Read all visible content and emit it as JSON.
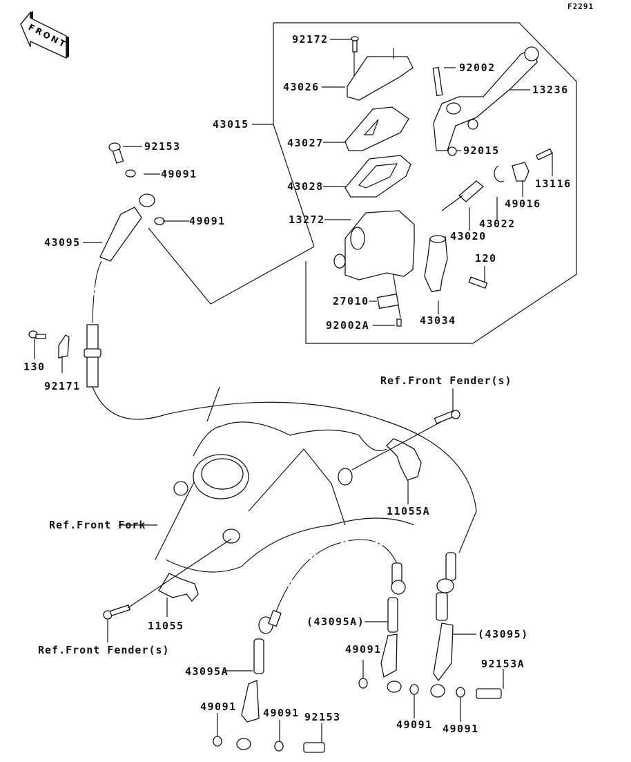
{
  "diagram": {
    "figure_code": "F2291",
    "front_badge": "FRONT",
    "assembly_box_part": "43015",
    "labels": {
      "p92172": "92172",
      "p43026": "43026",
      "p43015": "43015",
      "p43027": "43027",
      "p43028": "43028",
      "p13272": "13272",
      "p27010": "27010",
      "p92002A": "92002A",
      "p43034": "43034",
      "p92002": "92002",
      "p13236": "13236",
      "p92015": "92015",
      "p13116": "13116",
      "p49016": "49016",
      "p43022": "43022",
      "p43020": "43020",
      "p120": "120",
      "p92153_top": "92153",
      "p49091_a": "49091",
      "p49091_b": "49091",
      "p43095": "43095",
      "p130": "130",
      "p92171": "92171",
      "ref_fender_top": "Ref.Front Fender(s)",
      "p11055A": "11055A",
      "ref_fork": "Ref.Front Fork",
      "p11055": "11055",
      "ref_fender_bottom": "Ref.Front Fender(s)",
      "p43095A_paren": "(43095A)",
      "p43095_paren": "(43095)",
      "p49091_c": "49091",
      "p92153A": "92153A",
      "p43095A": "43095A",
      "p49091_d": "49091",
      "p49091_e": "49091",
      "p92153_bottom": "92153",
      "p49091_f": "49091",
      "p49091_g": "49091"
    }
  }
}
